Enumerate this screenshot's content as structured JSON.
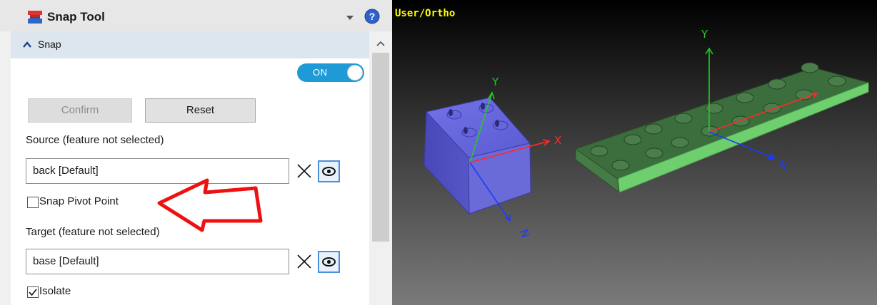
{
  "panel": {
    "title": "Snap Tool",
    "section": {
      "label": "Snap"
    },
    "toggle": {
      "label": "ON",
      "state": "on"
    },
    "buttons": {
      "confirm": "Confirm",
      "reset": "Reset"
    },
    "source": {
      "label": "Source (feature not selected)",
      "value": "back [Default]"
    },
    "snap_pivot": {
      "label": "Snap Pivot Point",
      "checked": false
    },
    "target": {
      "label": "Target (feature not selected)",
      "value": "base [Default]"
    },
    "isolate": {
      "label": "Isolate",
      "checked": true
    }
  },
  "viewport": {
    "label": "User/Ortho",
    "axes": {
      "y": "Y",
      "x": "X",
      "n": "N"
    }
  },
  "colors": {
    "toggle_on": "#1e9bd7",
    "cube": "#5a5ad6",
    "plate": "#3b6b3b",
    "axis_x": "#ff2a2a",
    "axis_y": "#22cc22",
    "axis_n": "#1a3cff",
    "annotation": "#ee1111",
    "view_label": "#ffff00"
  },
  "icons": [
    "snap-tool-icon",
    "chevron-down-icon",
    "help-icon",
    "chevron-up-icon",
    "close-icon",
    "eye-icon",
    "checkmark-icon",
    "arrow-left-annotation"
  ]
}
